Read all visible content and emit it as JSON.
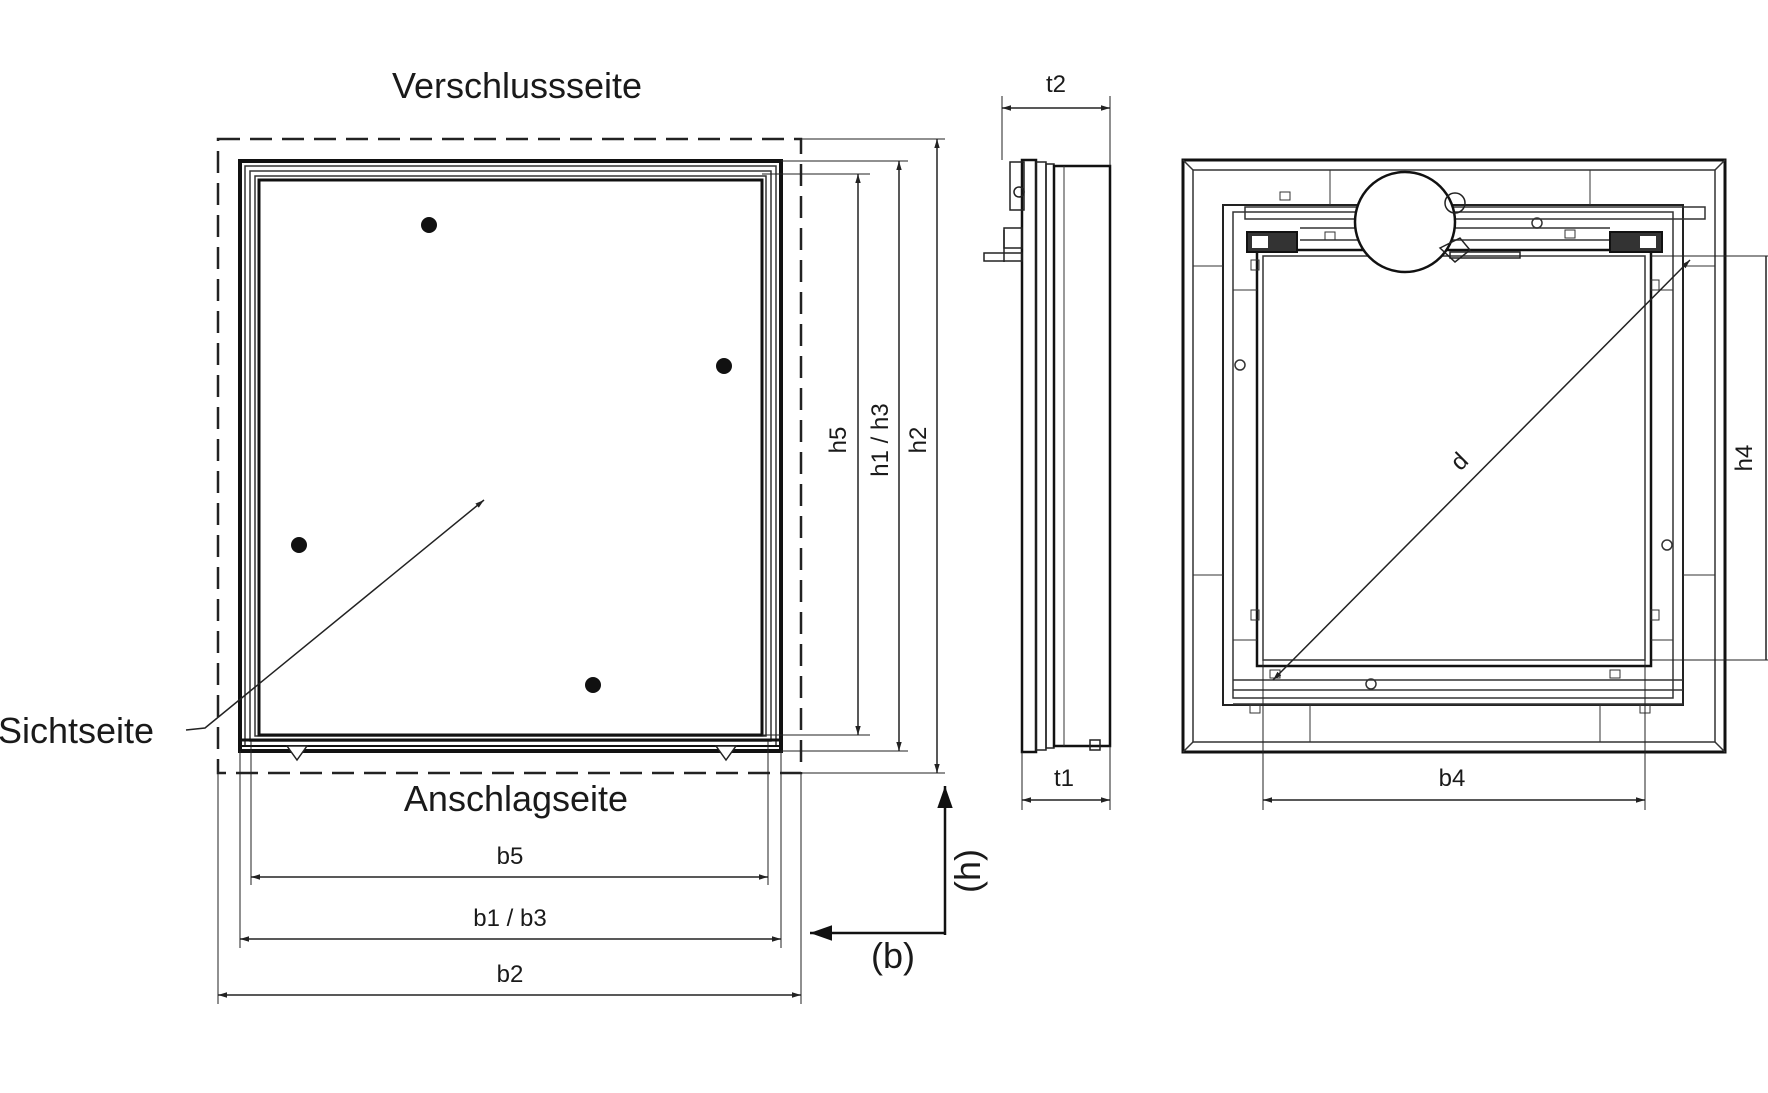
{
  "labels": {
    "top_side": "Verschlussseite",
    "bottom_side": "Anschlagseite",
    "visible_side": "Sichtseite",
    "axis_b": "(b)",
    "axis_h": "(h)"
  },
  "dimensions": {
    "b5": "b5",
    "b1_b3": "b1 / b3",
    "b2": "b2",
    "h5": "h5",
    "h1_h3": "h1 / h3",
    "h2": "h2",
    "t1": "t1",
    "t2": "t2",
    "b4": "b4",
    "h4": "h4",
    "d": "d"
  }
}
